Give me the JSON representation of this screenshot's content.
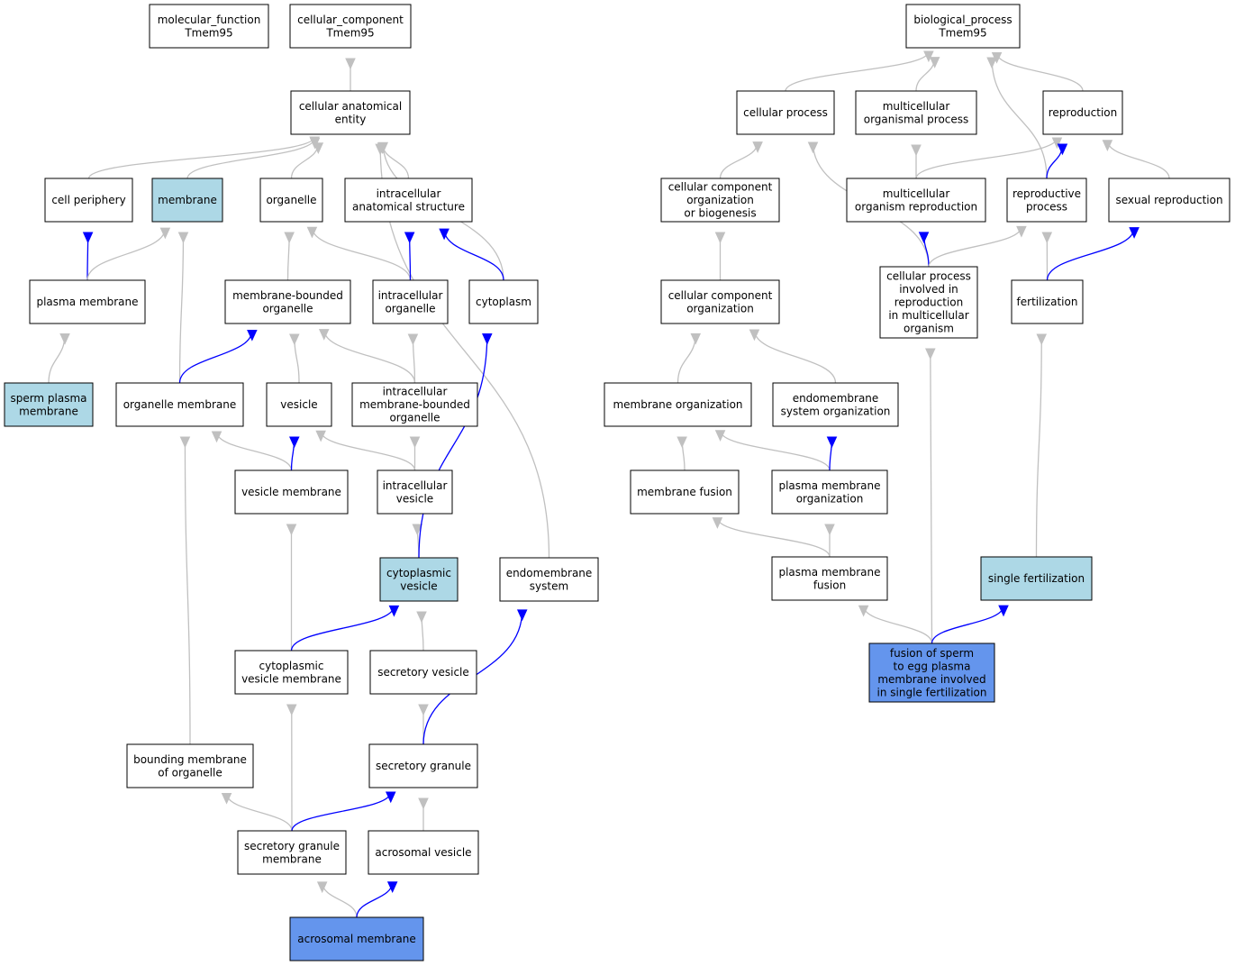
{
  "colors": {
    "default_fill": "#ffffff",
    "highlight_fill": "#add8e6",
    "query_fill": "#6495ed",
    "is_a_edge": "#c0c0c0",
    "part_of_edge": "#0000ff"
  },
  "nodes": {
    "mf_root": {
      "lines": [
        "molecular_function",
        "Tmem95"
      ],
      "style": "default"
    },
    "cc_root": {
      "lines": [
        "cellular_component",
        "Tmem95"
      ],
      "style": "default"
    },
    "bp_root": {
      "lines": [
        "biological_process",
        "Tmem95"
      ],
      "style": "default"
    },
    "cell_anat": {
      "lines": [
        "cellular anatomical",
        "entity"
      ],
      "style": "default"
    },
    "cell_periph": {
      "lines": [
        "cell periphery"
      ],
      "style": "default"
    },
    "membrane": {
      "lines": [
        "membrane"
      ],
      "style": "highlight"
    },
    "organelle": {
      "lines": [
        "organelle"
      ],
      "style": "default"
    },
    "intra_anat": {
      "lines": [
        "intracellular",
        "anatomical structure"
      ],
      "style": "default"
    },
    "plasma_mem": {
      "lines": [
        "plasma membrane"
      ],
      "style": "default"
    },
    "mb_organelle": {
      "lines": [
        "membrane-bounded",
        "organelle"
      ],
      "style": "default"
    },
    "intra_organelle": {
      "lines": [
        "intracellular",
        "organelle"
      ],
      "style": "default"
    },
    "cytoplasm": {
      "lines": [
        "cytoplasm"
      ],
      "style": "default"
    },
    "sperm_pm": {
      "lines": [
        "sperm plasma",
        "membrane"
      ],
      "style": "highlight"
    },
    "organelle_mem": {
      "lines": [
        "organelle membrane"
      ],
      "style": "default"
    },
    "vesicle": {
      "lines": [
        "vesicle"
      ],
      "style": "default"
    },
    "intra_mb_org": {
      "lines": [
        "intracellular",
        "membrane-bounded",
        "organelle"
      ],
      "style": "default"
    },
    "vesicle_mem": {
      "lines": [
        "vesicle membrane"
      ],
      "style": "default"
    },
    "intra_vesicle": {
      "lines": [
        "intracellular",
        "vesicle"
      ],
      "style": "default"
    },
    "cyto_vesicle": {
      "lines": [
        "cytoplasmic",
        "vesicle"
      ],
      "style": "highlight"
    },
    "endomem_sys": {
      "lines": [
        "endomembrane",
        "system"
      ],
      "style": "default"
    },
    "cyto_ves_mem": {
      "lines": [
        "cytoplasmic",
        "vesicle membrane"
      ],
      "style": "default"
    },
    "secretory_ves": {
      "lines": [
        "secretory vesicle"
      ],
      "style": "default"
    },
    "bounding_mem": {
      "lines": [
        "bounding membrane",
        "of organelle"
      ],
      "style": "default"
    },
    "secretory_gran": {
      "lines": [
        "secretory granule"
      ],
      "style": "default"
    },
    "sec_gran_mem": {
      "lines": [
        "secretory granule",
        "membrane"
      ],
      "style": "default"
    },
    "acrosomal_ves": {
      "lines": [
        "acrosomal vesicle"
      ],
      "style": "default"
    },
    "acrosomal_mem": {
      "lines": [
        "acrosomal membrane"
      ],
      "style": "query"
    },
    "cell_process": {
      "lines": [
        "cellular process"
      ],
      "style": "default"
    },
    "multi_org_proc": {
      "lines": [
        "multicellular",
        "organismal process"
      ],
      "style": "default"
    },
    "reproduction": {
      "lines": [
        "reproduction"
      ],
      "style": "default"
    },
    "cc_org_biog": {
      "lines": [
        "cellular component",
        "organization",
        "or biogenesis"
      ],
      "style": "default"
    },
    "multi_org_repro": {
      "lines": [
        "multicellular",
        "organism reproduction"
      ],
      "style": "default"
    },
    "repro_process": {
      "lines": [
        "reproductive",
        "process"
      ],
      "style": "default"
    },
    "sexual_repro": {
      "lines": [
        "sexual reproduction"
      ],
      "style": "default"
    },
    "cc_org": {
      "lines": [
        "cellular component",
        "organization"
      ],
      "style": "default"
    },
    "cp_repro_multi": {
      "lines": [
        "cellular process",
        "involved in",
        "reproduction",
        "in multicellular",
        "organism"
      ],
      "style": "default"
    },
    "fertilization": {
      "lines": [
        "fertilization"
      ],
      "style": "default"
    },
    "mem_org": {
      "lines": [
        "membrane organization"
      ],
      "style": "default"
    },
    "endomem_org": {
      "lines": [
        "endomembrane",
        "system organization"
      ],
      "style": "default"
    },
    "mem_fusion": {
      "lines": [
        "membrane fusion"
      ],
      "style": "default"
    },
    "pm_org": {
      "lines": [
        "plasma membrane",
        "organization"
      ],
      "style": "default"
    },
    "pm_fusion": {
      "lines": [
        "plasma membrane",
        "fusion"
      ],
      "style": "default"
    },
    "single_fert": {
      "lines": [
        "single fertilization"
      ],
      "style": "highlight"
    },
    "fusion_sperm": {
      "lines": [
        "fusion of sperm",
        "to egg plasma",
        "membrane involved",
        "in single fertilization"
      ],
      "style": "query"
    }
  },
  "edges": [
    {
      "from": "cell_anat",
      "to": "cc_root",
      "type": "is_a"
    },
    {
      "from": "cell_periph",
      "to": "cell_anat",
      "type": "is_a"
    },
    {
      "from": "membrane",
      "to": "cell_anat",
      "type": "is_a"
    },
    {
      "from": "organelle",
      "to": "cell_anat",
      "type": "is_a"
    },
    {
      "from": "intra_anat",
      "to": "cell_anat",
      "type": "is_a"
    },
    {
      "from": "cytoplasm",
      "to": "cell_anat",
      "type": "is_a"
    },
    {
      "from": "endomem_sys",
      "to": "cell_anat",
      "type": "is_a"
    },
    {
      "from": "plasma_mem",
      "to": "cell_periph",
      "type": "part_of"
    },
    {
      "from": "plasma_mem",
      "to": "membrane",
      "type": "is_a"
    },
    {
      "from": "organelle_mem",
      "to": "membrane",
      "type": "is_a"
    },
    {
      "from": "mb_organelle",
      "to": "organelle",
      "type": "is_a"
    },
    {
      "from": "intra_organelle",
      "to": "organelle",
      "type": "is_a"
    },
    {
      "from": "intra_organelle",
      "to": "intra_anat",
      "type": "part_of"
    },
    {
      "from": "cytoplasm",
      "to": "intra_anat",
      "type": "part_of"
    },
    {
      "from": "sperm_pm",
      "to": "plasma_mem",
      "type": "is_a"
    },
    {
      "from": "organelle_mem",
      "to": "mb_organelle",
      "type": "part_of"
    },
    {
      "from": "vesicle",
      "to": "mb_organelle",
      "type": "is_a"
    },
    {
      "from": "intra_mb_org",
      "to": "mb_organelle",
      "type": "is_a"
    },
    {
      "from": "intra_mb_org",
      "to": "intra_organelle",
      "type": "is_a"
    },
    {
      "from": "vesicle_mem",
      "to": "organelle_mem",
      "type": "is_a"
    },
    {
      "from": "vesicle_mem",
      "to": "vesicle",
      "type": "part_of"
    },
    {
      "from": "intra_vesicle",
      "to": "vesicle",
      "type": "is_a"
    },
    {
      "from": "intra_vesicle",
      "to": "intra_mb_org",
      "type": "is_a"
    },
    {
      "from": "cyto_vesicle",
      "to": "intra_vesicle",
      "type": "is_a"
    },
    {
      "from": "cyto_vesicle",
      "to": "cytoplasm",
      "type": "part_of"
    },
    {
      "from": "cyto_ves_mem",
      "to": "vesicle_mem",
      "type": "is_a"
    },
    {
      "from": "cyto_ves_mem",
      "to": "cyto_vesicle",
      "type": "part_of"
    },
    {
      "from": "secretory_ves",
      "to": "cyto_vesicle",
      "type": "is_a"
    },
    {
      "from": "bounding_mem",
      "to": "organelle_mem",
      "type": "is_a"
    },
    {
      "from": "secretory_gran",
      "to": "secretory_ves",
      "type": "is_a"
    },
    {
      "from": "secretory_gran",
      "to": "endomem_sys",
      "type": "part_of"
    },
    {
      "from": "sec_gran_mem",
      "to": "bounding_mem",
      "type": "is_a"
    },
    {
      "from": "sec_gran_mem",
      "to": "cyto_ves_mem",
      "type": "is_a"
    },
    {
      "from": "sec_gran_mem",
      "to": "secretory_gran",
      "type": "part_of"
    },
    {
      "from": "acrosomal_ves",
      "to": "secretory_gran",
      "type": "is_a"
    },
    {
      "from": "acrosomal_mem",
      "to": "sec_gran_mem",
      "type": "is_a"
    },
    {
      "from": "acrosomal_mem",
      "to": "acrosomal_ves",
      "type": "part_of"
    },
    {
      "from": "cell_process",
      "to": "bp_root",
      "type": "is_a"
    },
    {
      "from": "multi_org_proc",
      "to": "bp_root",
      "type": "is_a"
    },
    {
      "from": "reproduction",
      "to": "bp_root",
      "type": "is_a"
    },
    {
      "from": "repro_process",
      "to": "bp_root",
      "type": "is_a"
    },
    {
      "from": "cc_org_biog",
      "to": "cell_process",
      "type": "is_a"
    },
    {
      "from": "multi_org_repro",
      "to": "multi_org_proc",
      "type": "is_a"
    },
    {
      "from": "multi_org_repro",
      "to": "reproduction",
      "type": "is_a"
    },
    {
      "from": "repro_process",
      "to": "reproduction",
      "type": "part_of"
    },
    {
      "from": "sexual_repro",
      "to": "reproduction",
      "type": "is_a"
    },
    {
      "from": "cc_org",
      "to": "cc_org_biog",
      "type": "is_a"
    },
    {
      "from": "cp_repro_multi",
      "to": "cell_process",
      "type": "is_a"
    },
    {
      "from": "cp_repro_multi",
      "to": "multi_org_repro",
      "type": "part_of"
    },
    {
      "from": "cp_repro_multi",
      "to": "repro_process",
      "type": "is_a"
    },
    {
      "from": "fertilization",
      "to": "repro_process",
      "type": "is_a"
    },
    {
      "from": "fertilization",
      "to": "sexual_repro",
      "type": "part_of"
    },
    {
      "from": "mem_org",
      "to": "cc_org",
      "type": "is_a"
    },
    {
      "from": "endomem_org",
      "to": "cc_org",
      "type": "is_a"
    },
    {
      "from": "mem_fusion",
      "to": "mem_org",
      "type": "is_a"
    },
    {
      "from": "pm_org",
      "to": "mem_org",
      "type": "is_a"
    },
    {
      "from": "pm_org",
      "to": "endomem_org",
      "type": "part_of"
    },
    {
      "from": "pm_fusion",
      "to": "mem_fusion",
      "type": "is_a"
    },
    {
      "from": "pm_fusion",
      "to": "pm_org",
      "type": "is_a"
    },
    {
      "from": "single_fert",
      "to": "fertilization",
      "type": "is_a"
    },
    {
      "from": "fusion_sperm",
      "to": "pm_fusion",
      "type": "is_a"
    },
    {
      "from": "fusion_sperm",
      "to": "cp_repro_multi",
      "type": "is_a"
    },
    {
      "from": "fusion_sperm",
      "to": "single_fert",
      "type": "part_of"
    }
  ]
}
